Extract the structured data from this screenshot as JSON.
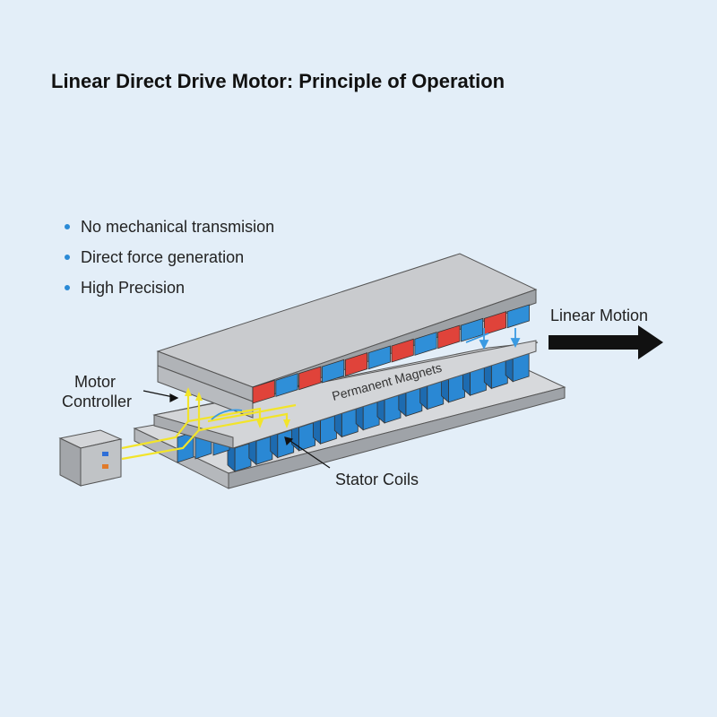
{
  "title": "Linear Direct Drive Motor: Principle of Operation",
  "bullets": [
    "No mechanical transmision",
    "Direct force generation",
    "High Precision"
  ],
  "labels": {
    "linear_motion": "Linear Motion",
    "motor_controller_line1": "Motor",
    "motor_controller_line2": "Controller",
    "permanent_magnets": "Permanent Magnets",
    "stator_coils": "Stator Coils"
  },
  "colors": {
    "background": "#e3eef8",
    "magnet_red": "#e0433a",
    "magnet_blue": "#2f8fd8",
    "coil_blue": "#2a88d4",
    "plate_gray": "#c8cacd",
    "signal_yellow": "#f2e42a",
    "arrow": "#111111"
  },
  "icons": {
    "motion_arrow": "right-arrow-icon",
    "bullet": "dot-icon"
  }
}
